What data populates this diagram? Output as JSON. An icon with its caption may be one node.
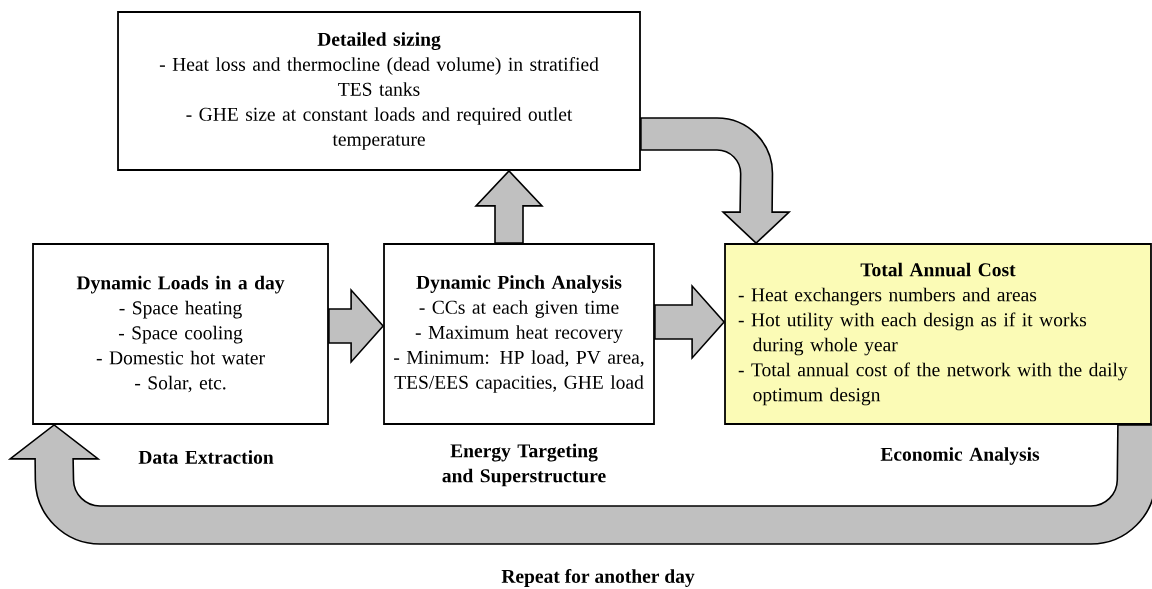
{
  "diagram": {
    "nodes": [
      {
        "text": [
          "Detailed sizing",
          "- Heat loss and thermocline (dead volume) in stratified TES tanks",
          "- GHE size at constant loads and required outlet temperature"
        ]
      },
      {
        "text": [
          "Dynamic Loads in a day",
          "- Space heating",
          "- Space cooling",
          "- Domestic hot water",
          "- Solar, etc."
        ],
        "beside": [
          "Data Extraction"
        ]
      },
      {
        "text": [
          "Dynamic Pinch Analysis",
          "- CCs at each given time",
          "- Maximum heat recovery",
          "- Minimum: HP load, PV area, TES/EES capacities, GHE load"
        ],
        "beside": [
          "Energy Targeting and Superstructure"
        ]
      },
      {
        "text": [
          "Total Annual Cost",
          "- Heat exchangers numbers and areas",
          "- Hot utility with each design as if it works during whole year",
          "- Total annual cost of the network with the daily optimum design"
        ],
        "beside": [
          "Economic Analysis"
        ]
      }
    ],
    "edges": [
      {
        "from": 1,
        "to": 2,
        "arrow": "to"
      },
      {
        "from": 2,
        "to": 3,
        "arrow": "to"
      },
      {
        "from": 2,
        "to": 0,
        "arrow": "to"
      },
      {
        "from": 0,
        "to": 3,
        "arrow": "to"
      },
      {
        "from": 3,
        "to": 1,
        "arrow": "to",
        "label": "Repeat for another day"
      }
    ]
  }
}
